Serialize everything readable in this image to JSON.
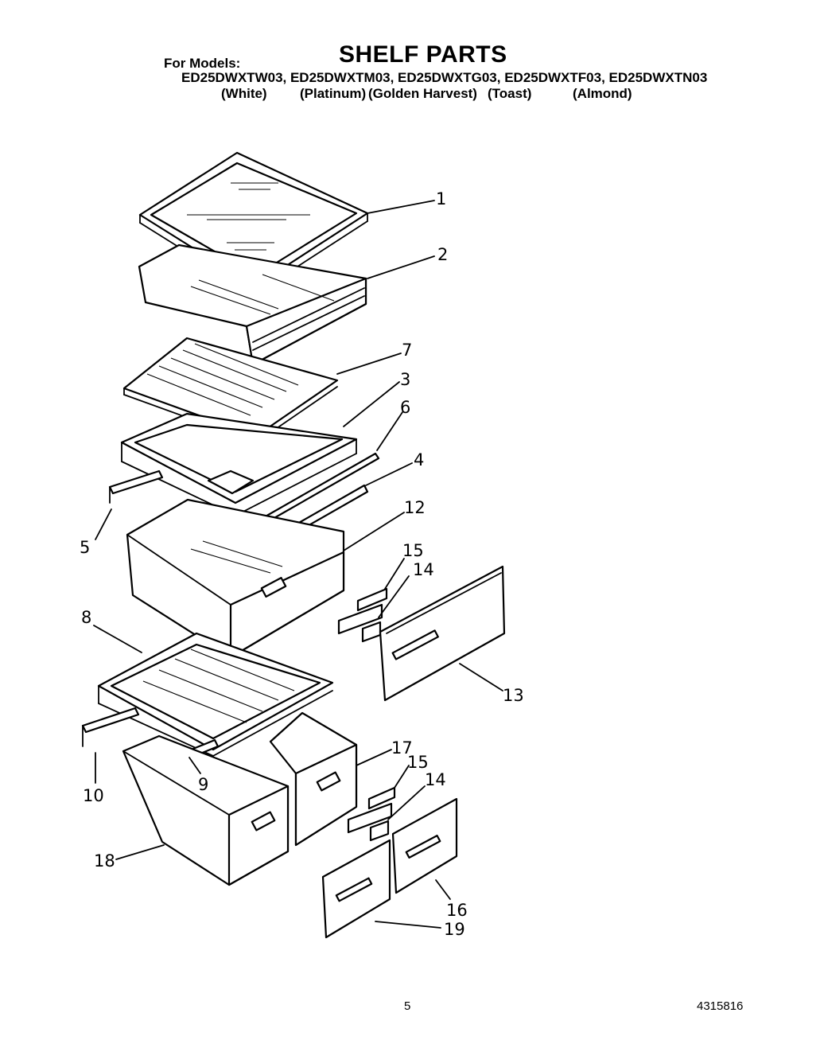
{
  "header": {
    "title": "SHELF PARTS",
    "for_models_label": "For Models:",
    "models_line": "ED25DWXTW03, ED25DWXTM03, ED25DWXTG03, ED25DWXTF03, ED25DWXTN03",
    "colors": [
      "(White)",
      "(Platinum)",
      "(Golden Harvest)",
      "(Toast)",
      "(Almond)"
    ]
  },
  "callouts": [
    "1",
    "2",
    "7",
    "3",
    "6",
    "4",
    "5",
    "12",
    "15",
    "14",
    "8",
    "13",
    "10",
    "9",
    "17",
    "15",
    "14",
    "18",
    "16",
    "19"
  ],
  "footer": {
    "page_number": "5",
    "doc_number": "4315816"
  }
}
